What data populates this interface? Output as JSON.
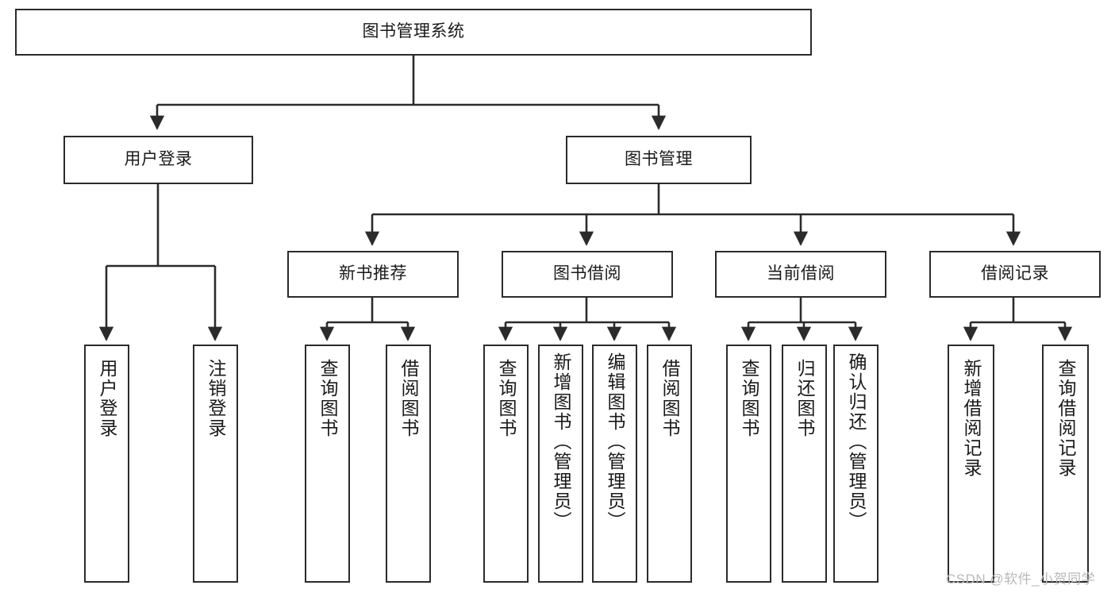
{
  "diagram": {
    "type": "tree",
    "title": "图书管理系统",
    "root": {
      "label": "图书管理系统"
    },
    "level2": [
      {
        "label": "用户登录"
      },
      {
        "label": "图书管理"
      }
    ],
    "level3": [
      {
        "label": "新书推荐"
      },
      {
        "label": "图书借阅"
      },
      {
        "label": "当前借阅"
      },
      {
        "label": "借阅记录"
      }
    ],
    "leaves": {
      "user_login": [
        {
          "label": "用户登录"
        },
        {
          "label": "注销登录"
        }
      ],
      "new_book_recommend": [
        {
          "label": "查询图书"
        },
        {
          "label": "借阅图书"
        }
      ],
      "book_borrow": [
        {
          "label": "查询图书"
        },
        {
          "label": "新增图书（管理员）"
        },
        {
          "label": "编辑图书（管理员）"
        },
        {
          "label": "借阅图书"
        }
      ],
      "current_borrow": [
        {
          "label": "查询图书"
        },
        {
          "label": "归还图书"
        },
        {
          "label": "确认归还（管理员）"
        }
      ],
      "borrow_record": [
        {
          "label": "新增借阅记录"
        },
        {
          "label": "查询借阅记录"
        }
      ]
    },
    "watermark": "CSDN @软件_小贺同学",
    "colors": {
      "stroke": "#2b2b2b",
      "fill": "#ffffff",
      "text": "#1a1a1a",
      "watermark": "#b9b9b9"
    }
  }
}
